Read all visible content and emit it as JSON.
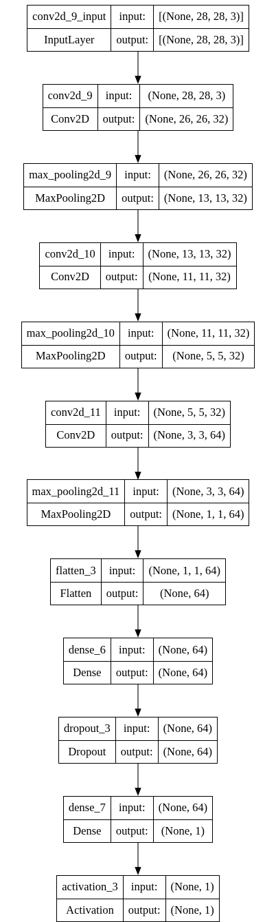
{
  "labels": {
    "input": "input:",
    "output": "output:"
  },
  "layers": [
    {
      "name": "conv2d_9_input",
      "type": "InputLayer",
      "input": "[(None, 28, 28, 3)]",
      "output": "[(None, 28, 28, 3)]"
    },
    {
      "name": "conv2d_9",
      "type": "Conv2D",
      "input": "(None, 28, 28, 3)",
      "output": "(None, 26, 26, 32)"
    },
    {
      "name": "max_pooling2d_9",
      "type": "MaxPooling2D",
      "input": "(None, 26, 26, 32)",
      "output": "(None, 13, 13, 32)"
    },
    {
      "name": "conv2d_10",
      "type": "Conv2D",
      "input": "(None, 13, 13, 32)",
      "output": "(None, 11, 11, 32)"
    },
    {
      "name": "max_pooling2d_10",
      "type": "MaxPooling2D",
      "input": "(None, 11, 11, 32)",
      "output": "(None, 5, 5, 32)"
    },
    {
      "name": "conv2d_11",
      "type": "Conv2D",
      "input": "(None, 5, 5, 32)",
      "output": "(None, 3, 3, 64)"
    },
    {
      "name": "max_pooling2d_11",
      "type": "MaxPooling2D",
      "input": "(None, 3, 3, 64)",
      "output": "(None, 1, 1, 64)"
    },
    {
      "name": "flatten_3",
      "type": "Flatten",
      "input": "(None, 1, 1, 64)",
      "output": "(None, 64)"
    },
    {
      "name": "dense_6",
      "type": "Dense",
      "input": "(None, 64)",
      "output": "(None, 64)"
    },
    {
      "name": "dropout_3",
      "type": "Dropout",
      "input": "(None, 64)",
      "output": "(None, 64)"
    },
    {
      "name": "dense_7",
      "type": "Dense",
      "input": "(None, 64)",
      "output": "(None, 1)"
    },
    {
      "name": "activation_3",
      "type": "Activation",
      "input": "(None, 1)",
      "output": "(None, 1)"
    }
  ]
}
